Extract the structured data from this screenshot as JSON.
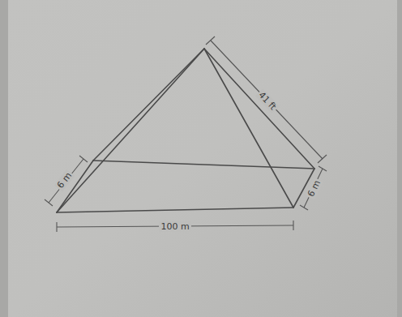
{
  "diagram": {
    "labels": [
      "6 m",
      "41 ft",
      "6 m",
      "100 m"
    ]
  }
}
